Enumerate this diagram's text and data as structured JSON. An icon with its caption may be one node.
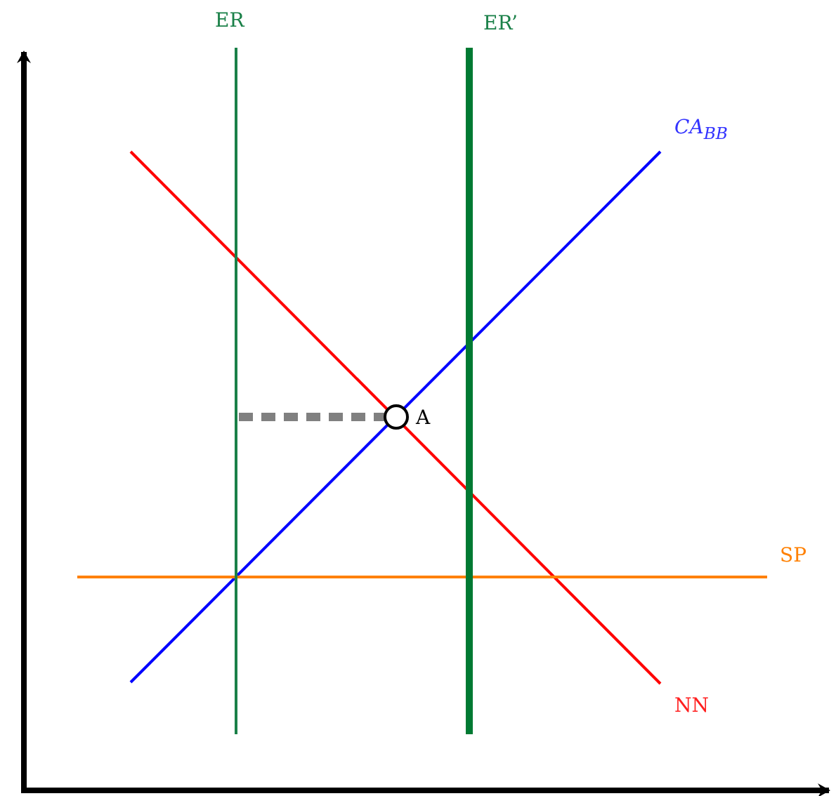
{
  "diagram": {
    "labels": [
      "ER",
      "ER’",
      "CA$_{BB}$",
      "A",
      "SP",
      "NN"
    ]
  }
}
